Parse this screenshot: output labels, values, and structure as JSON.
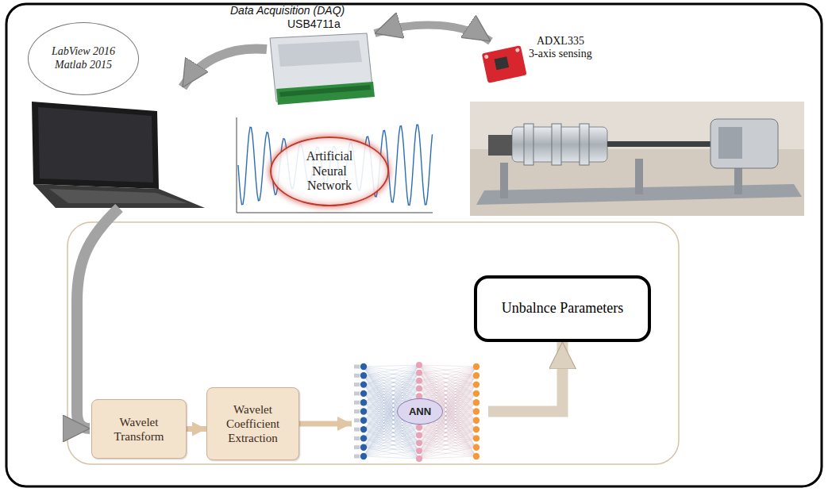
{
  "diagram": {
    "nodes": [
      {
        "text": [
          "LabView 2016 Matlab 2015"
        ]
      },
      {
        "text": [
          "Artificial Neural Network"
        ]
      },
      {
        "text": [
          "Wavelet Transform"
        ]
      },
      {
        "text": [
          "Wavelet Coefficient Extraction"
        ]
      },
      {
        "text": [
          "ANN"
        ]
      },
      {
        "text": [
          "Unbalnce Parameters"
        ]
      }
    ],
    "edges": [
      {
        "from": 2,
        "to": 3,
        "arrow": "to"
      },
      {
        "from": 3,
        "to": 4,
        "arrow": "to"
      },
      {
        "from": 4,
        "to": 5,
        "arrow": "to"
      }
    ],
    "labels": [
      "Data Acquisition (DAQ)",
      "USB4711a",
      "ADXL335",
      "3-axis sensing"
    ]
  }
}
